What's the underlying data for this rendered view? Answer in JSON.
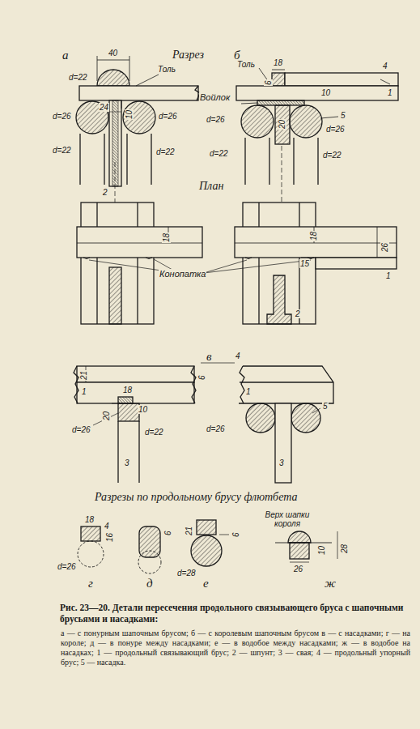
{
  "diagram": {
    "caption": "Рис. 23—20. Детали пересечения продольного связывающего бруса с шапочными брусьями и насадками:",
    "labels": [
      "а",
      "Разрез",
      "б",
      "40",
      "d=22",
      "Толь",
      "24",
      "10",
      "d=26",
      "d=26",
      "d=22",
      "d=22",
      "2",
      "18",
      "Толь",
      "4",
      "6",
      "10",
      "Войлок",
      "20",
      "1",
      "5",
      "d=26",
      "d=26",
      "d=22",
      "d=22",
      "План",
      "18",
      "Конопатка",
      "18",
      "15",
      "26",
      "1",
      "2",
      "в",
      "4",
      "21",
      "6",
      "10",
      "18",
      "20",
      "d=26",
      "d=22",
      "1",
      "3",
      "1",
      "5",
      "d=26",
      "3",
      "Разрезы по продольному брусу флютбета",
      "18",
      "4",
      "16",
      "d=26",
      "г",
      "6",
      "д",
      "21",
      "6",
      "d=28",
      "е",
      "Верх шапки короля",
      "10",
      "28",
      "26",
      "ж",
      "а — с понурным шапочным брусом; б — с королевым шапочным брусом в — с насадками; г — на короле; д — в понуре между насадками; е — в водобое между насадками; ж — в водобое на насадках; 1 — продольный связывающий брус; 2 — шпунт; 3 — свая; 4 — продольный упорный брус; 5 — насадка."
    ]
  }
}
